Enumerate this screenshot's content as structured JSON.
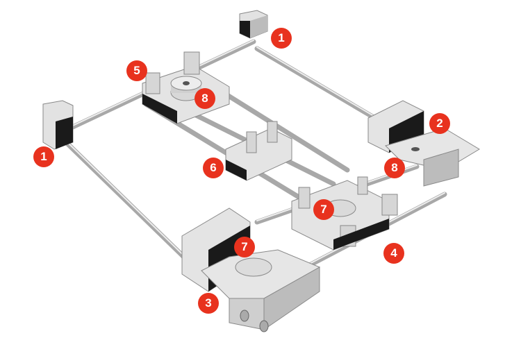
{
  "colors": {
    "badge": "#e8321e",
    "part_light": "#e6e6e6",
    "part_mid": "#bdbdbd",
    "part_dark": "#1a1a1a",
    "rod": "#d0d0d0"
  },
  "labels": [
    {
      "id": "label-1-top",
      "text": "1"
    },
    {
      "id": "label-2",
      "text": "2"
    },
    {
      "id": "label-8-top",
      "text": "8"
    },
    {
      "id": "label-5",
      "text": "5"
    },
    {
      "id": "label-1-left",
      "text": "1"
    },
    {
      "id": "label-6",
      "text": "6"
    },
    {
      "id": "label-8-right",
      "text": "8"
    },
    {
      "id": "label-7-center",
      "text": "7"
    },
    {
      "id": "label-7-front",
      "text": "7"
    },
    {
      "id": "label-4",
      "text": "4"
    },
    {
      "id": "label-3",
      "text": "3"
    }
  ]
}
